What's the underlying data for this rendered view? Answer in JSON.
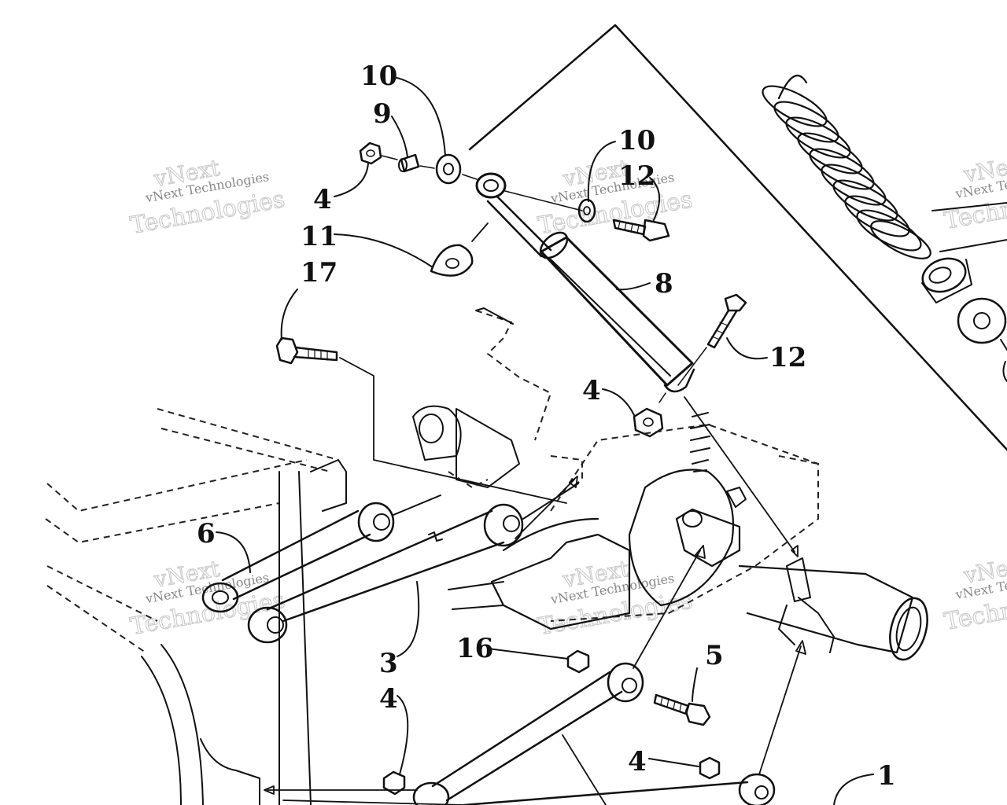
{
  "watermark": {
    "line1": "vNext",
    "line2": "vNext Technologies",
    "line3": "Technologies"
  },
  "callouts": {
    "c10a": "10",
    "c9": "9",
    "c4a": "4",
    "c11": "11",
    "c17": "17",
    "c10b": "10",
    "c12a": "12",
    "c8": "8",
    "c12b": "12",
    "c4b": "4",
    "c6": "6",
    "c3": "3",
    "c16": "16",
    "c5": "5",
    "c4c": "4",
    "c4d": "4",
    "c1": "1"
  },
  "colors": {
    "ink": "#111111",
    "paper": "#ffffff",
    "watermark": "#c9c9c9"
  }
}
